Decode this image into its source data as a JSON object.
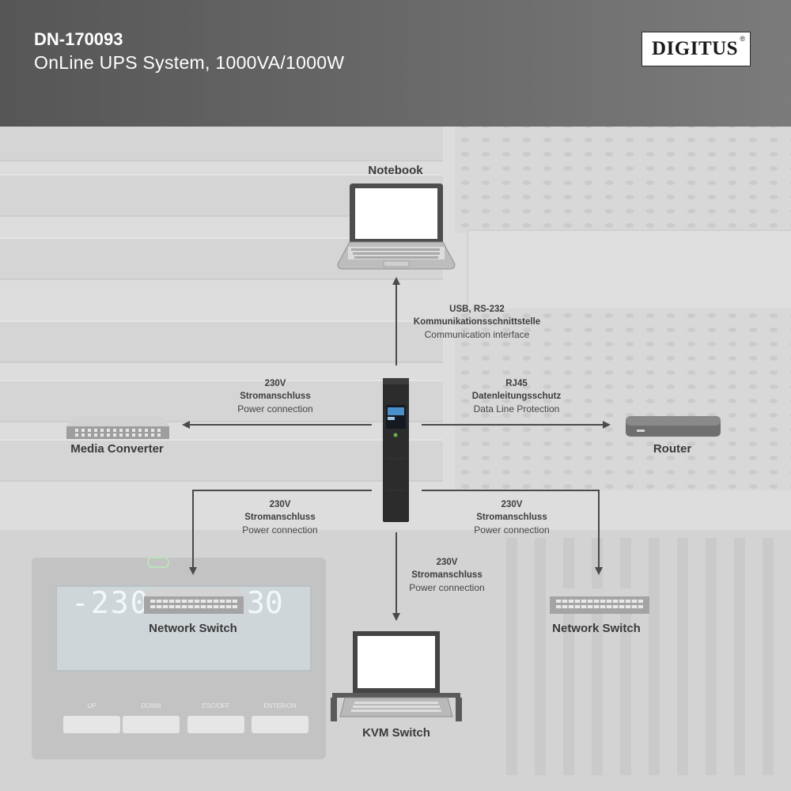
{
  "header": {
    "model": "DN-170093",
    "subtitle": "OnLine UPS System, 1000VA/1000W",
    "brand": "DIGITUS",
    "brand_mark": "®"
  },
  "background_panel": {
    "lcd_value_left": "-230",
    "lcd_value_right": "30",
    "buttons": [
      "UP",
      "DOWN",
      "ESC/OFF",
      "ENTER/ON"
    ]
  },
  "devices": {
    "notebook": "Notebook",
    "media_converter": "Media Converter",
    "router": "Router",
    "network_switch_left": "Network Switch",
    "network_switch_right": "Network Switch",
    "kvm_switch": "KVM Switch"
  },
  "connections": {
    "top": {
      "line1": "USB, RS-232",
      "line2": "Kommunikationsschnittstelle",
      "line3": "Communication interface"
    },
    "left": {
      "line1": "230V",
      "line2": "Stromanschluss",
      "line3": "Power connection"
    },
    "right": {
      "line1": "RJ45",
      "line2": "Datenleitungsschutz",
      "line3": "Data Line Protection"
    },
    "bottom_left": {
      "line1": "230V",
      "line2": "Stromanschluss",
      "line3": "Power connection"
    },
    "bottom_right": {
      "line1": "230V",
      "line2": "Stromanschluss",
      "line3": "Power connection"
    },
    "bottom": {
      "line1": "230V",
      "line2": "Stromanschluss",
      "line3": "Power connection"
    }
  },
  "colors": {
    "header_bg": "#5e5e5e",
    "arrow": "#4a4a4a",
    "text": "#3a3a3a"
  }
}
